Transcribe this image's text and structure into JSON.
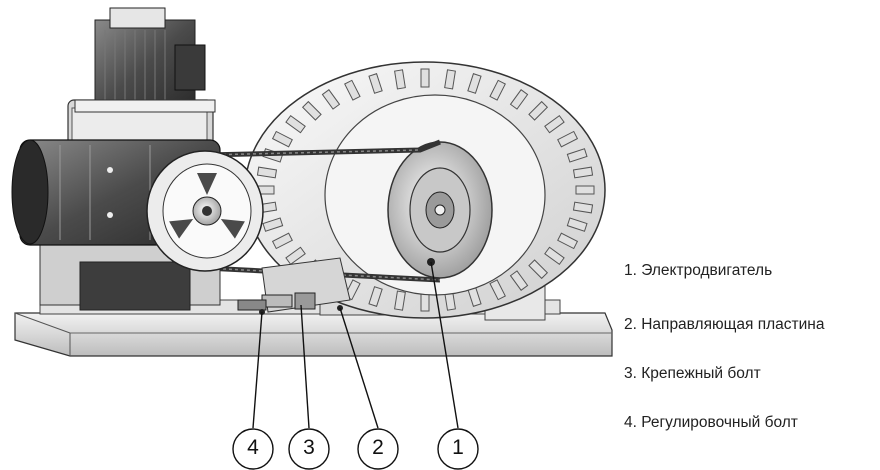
{
  "legend": {
    "items": [
      "1. Электродвигатель",
      "2. Направляющая пластина",
      "3. Крепежный болт",
      "4. Регулировочный болт"
    ]
  },
  "callouts": {
    "labels": [
      "4",
      "3",
      "2",
      "1"
    ]
  }
}
